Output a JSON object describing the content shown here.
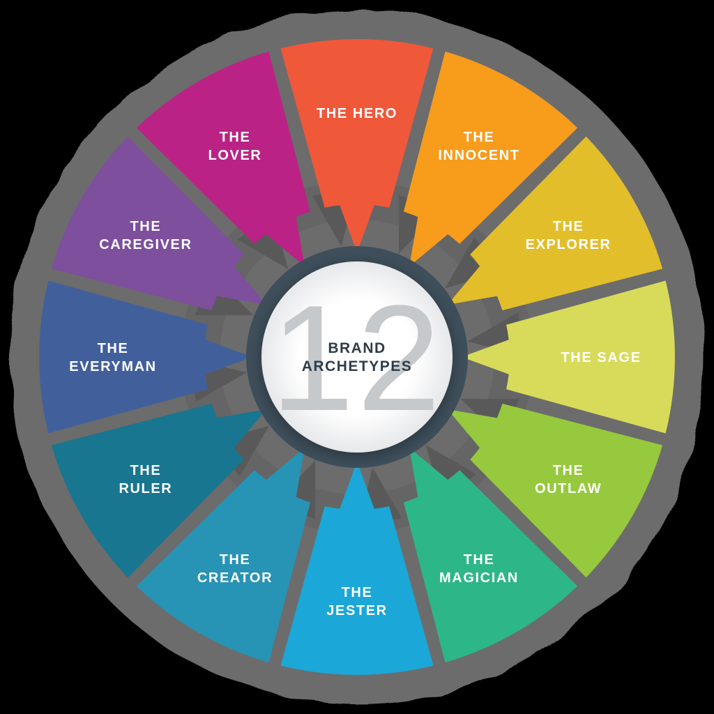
{
  "center": {
    "count": "12",
    "title_line1": "BRAND",
    "title_line2": "ARCHETYPES"
  },
  "segments": [
    {
      "name": "the-hero",
      "label": "THE HERO",
      "lines": [
        "THE HERO"
      ],
      "color": "#F0583A",
      "angle": -90
    },
    {
      "name": "the-innocent",
      "label": "THE INNOCENT",
      "lines": [
        "THE",
        "INNOCENT"
      ],
      "color": "#F89C1C",
      "angle": -60
    },
    {
      "name": "the-explorer",
      "label": "THE EXPLORER",
      "lines": [
        "THE",
        "EXPLORER"
      ],
      "color": "#E3BE2B",
      "angle": -30
    },
    {
      "name": "the-sage",
      "label": "THE SAGE",
      "lines": [
        "THE SAGE"
      ],
      "color": "#D8DB5A",
      "angle": 0
    },
    {
      "name": "the-outlaw",
      "label": "THE OUTLAW",
      "lines": [
        "THE",
        "OUTLAW"
      ],
      "color": "#96C93D",
      "angle": 30
    },
    {
      "name": "the-magician",
      "label": "THE MAGICIAN",
      "lines": [
        "THE",
        "MAGICIAN"
      ],
      "color": "#2DB687",
      "angle": 60
    },
    {
      "name": "the-jester",
      "label": "THE JESTER",
      "lines": [
        "THE",
        "JESTER"
      ],
      "color": "#1BA7D7",
      "angle": 90
    },
    {
      "name": "the-creator",
      "label": "THE CREATOR",
      "lines": [
        "THE",
        "CREATOR"
      ],
      "color": "#2793B5",
      "angle": 120
    },
    {
      "name": "the-ruler",
      "label": "THE RULER",
      "lines": [
        "THE",
        "RULER"
      ],
      "color": "#187690",
      "angle": 150
    },
    {
      "name": "the-everyman",
      "label": "THE EVERYMAN",
      "lines": [
        "THE",
        "EVERYMAN"
      ],
      "color": "#41609B",
      "angle": 180
    },
    {
      "name": "the-caregiver",
      "label": "THE CAREGIVER",
      "lines": [
        "THE",
        "CAREGIVER"
      ],
      "color": "#7D4F9D",
      "angle": 210
    },
    {
      "name": "the-lover",
      "label": "THE LOVER",
      "lines": [
        "THE",
        "LOVER"
      ],
      "color": "#BA2385",
      "angle": 240
    }
  ],
  "style": {
    "background": "#000000",
    "disc_color": "#6C6C6C",
    "ring_color": "#5D5D5D",
    "shadow_arrow_color": "#595959",
    "center_ring": "#3E4F5B",
    "center_fill": "#FFFFFF",
    "count_color": "#C5C9CC",
    "title_color": "#2D3C48",
    "label_color": "#FFFFFF"
  }
}
